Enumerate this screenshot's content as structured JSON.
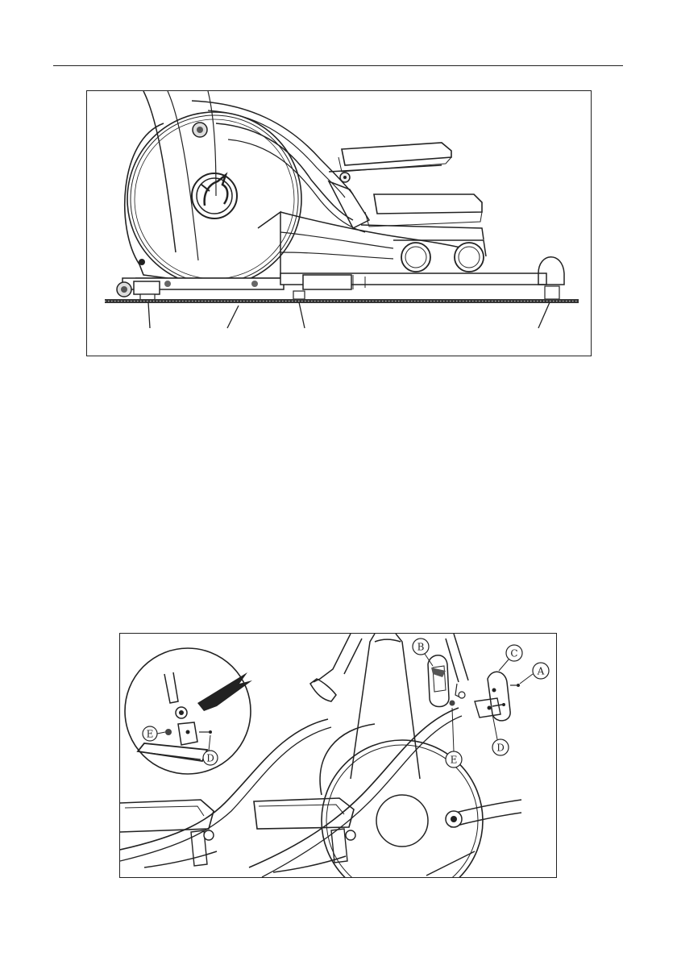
{
  "figure_1": {
    "callouts": []
  },
  "figure_2": {
    "callouts": [
      {
        "label": "A"
      },
      {
        "label": "B"
      },
      {
        "label": "C"
      },
      {
        "label": "D"
      },
      {
        "label": "E"
      },
      {
        "label": "E"
      },
      {
        "label": "D"
      }
    ]
  }
}
